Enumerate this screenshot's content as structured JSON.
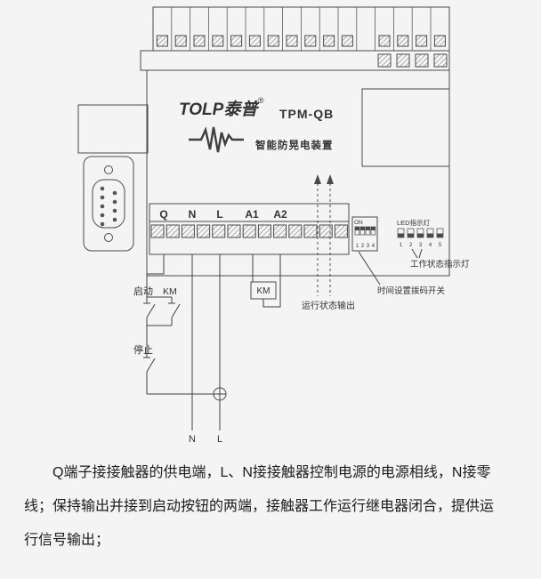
{
  "colors": {
    "background": "#f4f4f4",
    "line_ink": "#4a4a4a",
    "text_ink": "#1c1c1c"
  },
  "device": {
    "brand": "TOLP泰普",
    "registered_mark": "®",
    "model": "TPM-QB",
    "product_name": "智能防晃电装置",
    "terminal_labels": [
      "Q",
      "N",
      "L",
      "A1",
      "A2"
    ],
    "dip_switch": {
      "on_label": "ON",
      "positions": [
        "1",
        "2",
        "3",
        "4"
      ]
    },
    "led_panel": {
      "label": "LED指示灯",
      "positions": [
        "1",
        "2",
        "3",
        "4",
        "5"
      ]
    }
  },
  "callouts": {
    "work_status_indicator": "工作状态指示灯",
    "time_setting_dip": "时间设置拨码开关",
    "run_status_output": "运行状态输出"
  },
  "wiring": {
    "start_button": "启动",
    "stop_button": "停止",
    "km_aux_contact": "KM",
    "km_coil": "KM",
    "neutral_label": "N",
    "live_label": "L"
  },
  "caption": {
    "lines": [
      "Q端子接接触器的供电端，L、N接接触器控制电源的电源相线，N接零",
      "线；保持输出并接到启动按钮的两端，接触器工作运行继电器闭合，提供运",
      "行信号输出；"
    ]
  }
}
